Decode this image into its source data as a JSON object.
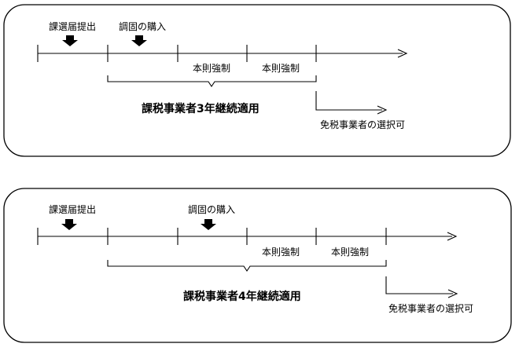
{
  "panels": [
    {
      "id": "three-year",
      "labels": {
        "submit": "課選届提出",
        "purchase": "調固の購入",
        "forced_1": "本則強制",
        "forced_2": "本則強制",
        "span": "課税事業者3年継続適用",
        "exempt": "免税事業者の選択可"
      }
    },
    {
      "id": "four-year",
      "labels": {
        "submit": "課選届提出",
        "purchase": "調固の購入",
        "forced_1": "本則強制",
        "forced_2": "本則強制",
        "span": "課税事業者4年継続適用",
        "exempt": "免税事業者の選択可"
      }
    }
  ],
  "colors": {
    "line": "#000000",
    "background": "#ffffff"
  },
  "icons": {
    "marker": "down-arrow-icon",
    "timeline_head": "arrow-head-icon"
  }
}
